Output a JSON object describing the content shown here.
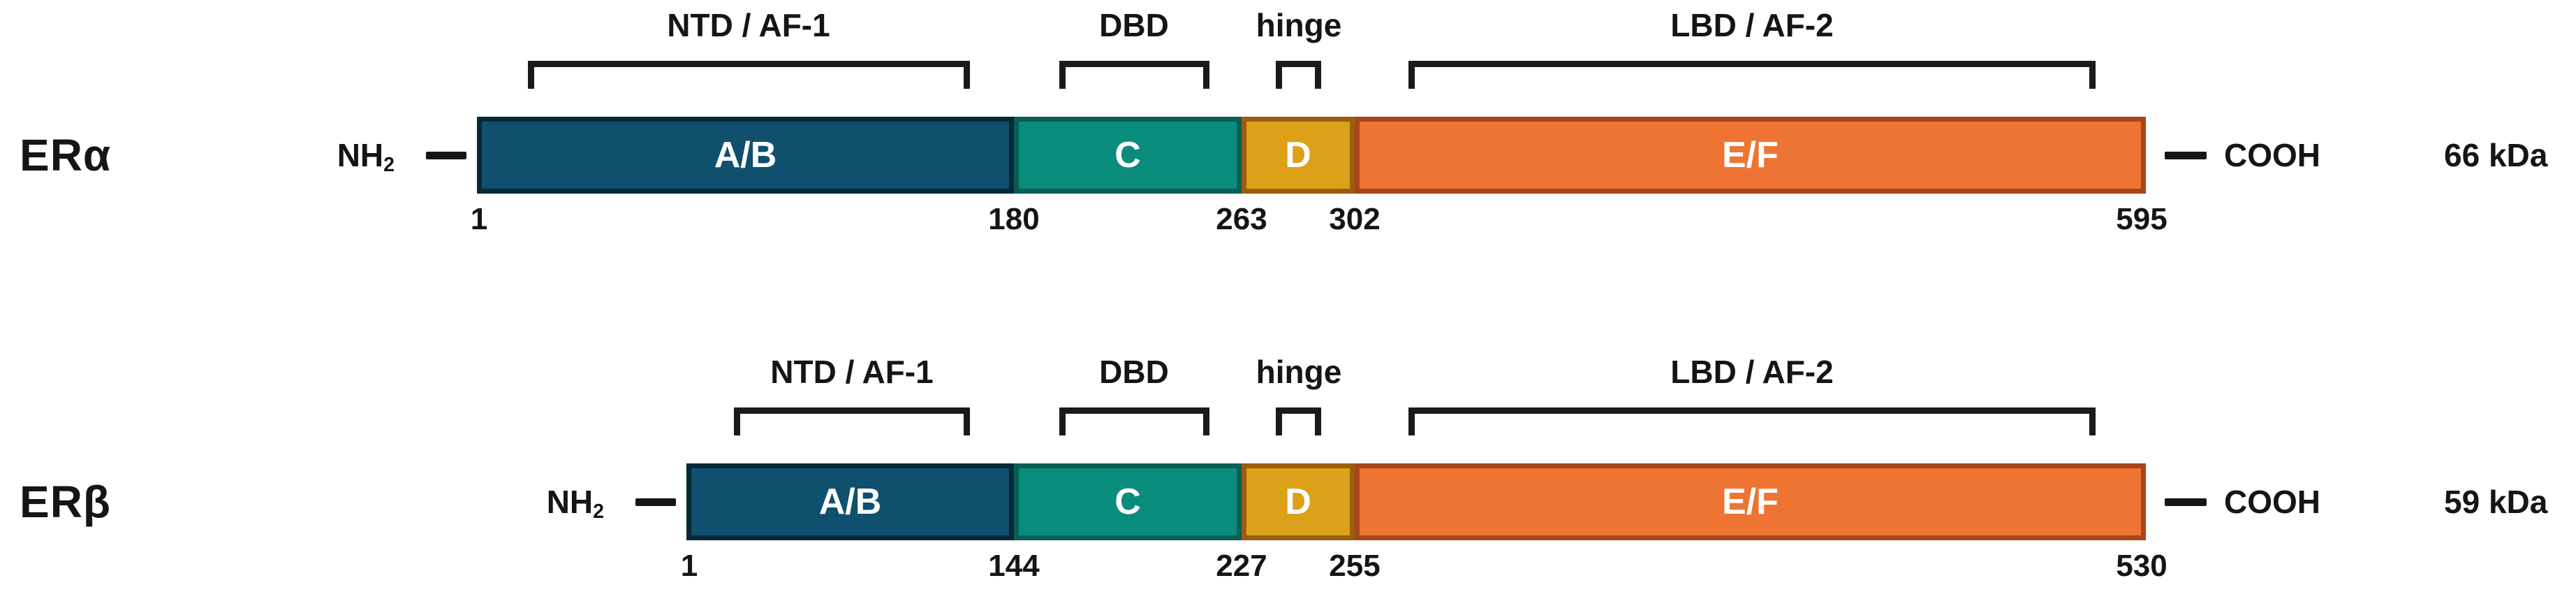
{
  "palette": {
    "background": "#ffffff",
    "text": "#151515",
    "ab_fill": "#0f506e",
    "ab_border": "#072936",
    "c_fill": "#0a8c7d",
    "c_border": "#075e54",
    "d_fill": "#dca118",
    "d_border": "#9a5e0d",
    "ef_fill": "#ee7433",
    "ef_border": "#a8441a",
    "domain_letter": "#ffffff"
  },
  "rows": [
    {
      "receptor": "ERα",
      "nh_main": "NH",
      "nh_sub": "2",
      "cooh": "COOH",
      "weight": "66 kDa",
      "domains": [
        {
          "label": "A/B",
          "start": 1,
          "end": 180
        },
        {
          "label": "C",
          "start": 180,
          "end": 263
        },
        {
          "label": "D",
          "start": 263,
          "end": 302
        },
        {
          "label": "E/F",
          "start": 302,
          "end": 595
        }
      ],
      "ticks": [
        "1",
        "180",
        "263",
        "302",
        "595"
      ],
      "brackets": [
        {
          "label": "NTD / AF-1"
        },
        {
          "label": "DBD"
        },
        {
          "label": "hinge"
        },
        {
          "label": "LBD / AF-2"
        }
      ]
    },
    {
      "receptor": "ERβ",
      "nh_main": "NH",
      "nh_sub": "2",
      "cooh": "COOH",
      "weight": "59 kDa",
      "domains": [
        {
          "label": "A/B",
          "start": 1,
          "end": 144
        },
        {
          "label": "C",
          "start": 144,
          "end": 227
        },
        {
          "label": "D",
          "start": 227,
          "end": 255
        },
        {
          "label": "E/F",
          "start": 255,
          "end": 530
        }
      ],
      "ticks": [
        "1",
        "144",
        "227",
        "255",
        "530"
      ],
      "brackets": [
        {
          "label": "NTD / AF-1"
        },
        {
          "label": "DBD"
        },
        {
          "label": "hinge"
        },
        {
          "label": "LBD / AF-2"
        }
      ]
    }
  ]
}
